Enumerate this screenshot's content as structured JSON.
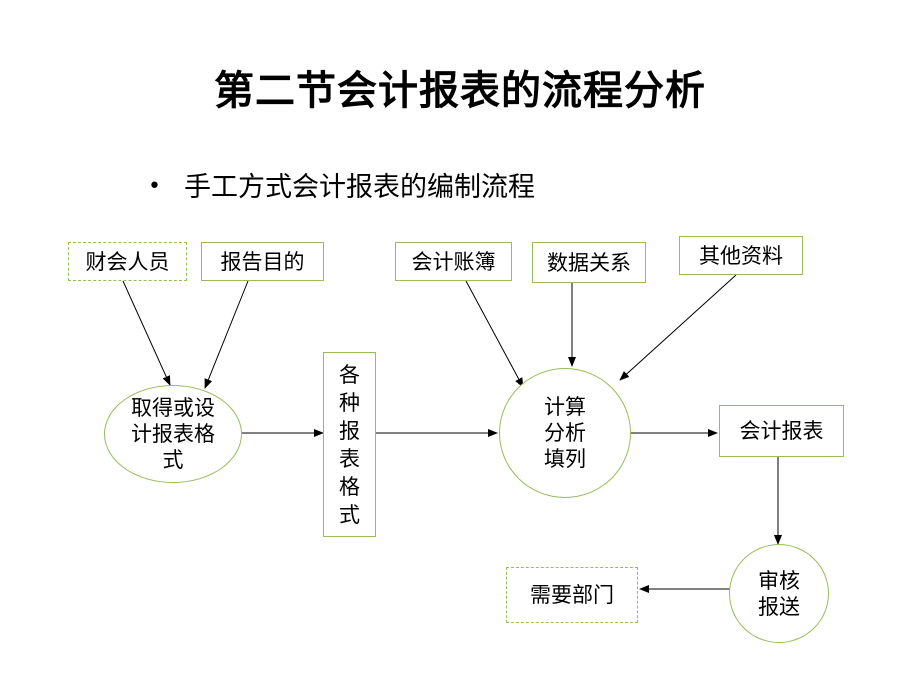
{
  "slide": {
    "title": "第二节会计报表的流程分析",
    "bullet_marker": "•",
    "bullet": "手工方式会计报表的编制流程"
  },
  "nodes": {
    "finance_staff": "财会人员",
    "report_purpose": "报告目的",
    "accounting_books": "会计账簿",
    "data_relations": "数据关系",
    "other_materials": "其他资料",
    "obtain_design_format": "取得或设计报表格式",
    "report_formats": "各种报表格式",
    "calc_analyze_fill": "计算分析填列",
    "financial_statements": "会计报表",
    "review_submit": "审核报送",
    "departments_needed": "需要部门"
  }
}
